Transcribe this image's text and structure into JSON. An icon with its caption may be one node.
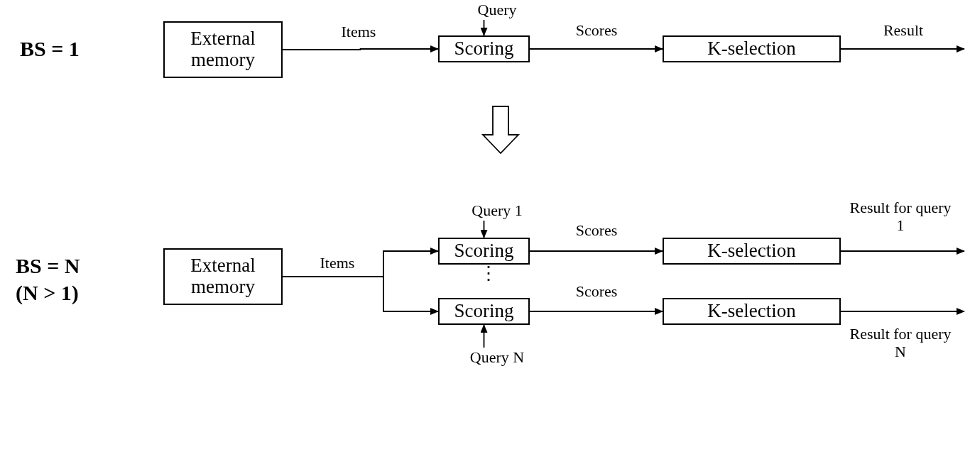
{
  "diagram": {
    "nodes": [
      {
        "text": [
          "External memory"
        ]
      },
      {
        "text": [
          "Query"
        ]
      },
      {
        "text": [
          "Scoring"
        ]
      },
      {
        "text": [
          "K-selection"
        ]
      },
      {
        "text": [
          "External memory"
        ]
      },
      {
        "text": [
          "Query 1"
        ]
      },
      {
        "text": [
          "Scoring"
        ]
      },
      {
        "text": [
          "K-selection"
        ]
      },
      {
        "text": [
          "Scoring"
        ]
      },
      {
        "text": [
          "K-selection"
        ]
      },
      {
        "text": [
          "Query N"
        ]
      }
    ],
    "edges": [
      {
        "from": 0,
        "to": 2,
        "arrow": "to",
        "label": "Items"
      },
      {
        "from": 1,
        "to": 2,
        "arrow": "to"
      },
      {
        "from": 2,
        "to": 3,
        "arrow": "to",
        "label": "Scores"
      },
      {
        "from": 3,
        "to": null,
        "arrow": "to",
        "label": "Result"
      },
      {
        "from": 4,
        "to": 6,
        "arrow": "to",
        "label": "Items"
      },
      {
        "from": 4,
        "to": 8,
        "arrow": "to"
      },
      {
        "from": 5,
        "to": 6,
        "arrow": "to"
      },
      {
        "from": 6,
        "to": 7,
        "arrow": "to",
        "label": "Scores"
      },
      {
        "from": 7,
        "to": null,
        "arrow": "to",
        "label": "Result for query 1"
      },
      {
        "from": 8,
        "to": 9,
        "arrow": "to",
        "label": "Scores"
      },
      {
        "from": 9,
        "to": null,
        "arrow": "to",
        "label": "Result for query N"
      },
      {
        "from": 10,
        "to": 8,
        "arrow": "to"
      }
    ],
    "labels": [
      "BS = 1",
      "BS = N",
      "(N > 1)",
      "⋮"
    ]
  }
}
